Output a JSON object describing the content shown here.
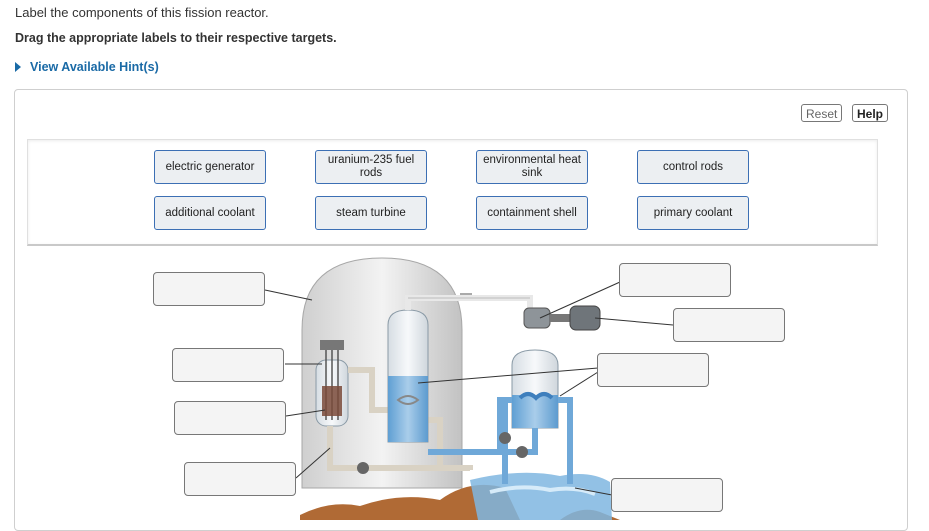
{
  "question": {
    "instruction": "Label the components of this fission reactor.",
    "directions": "Drag the appropriate labels to their respective targets.",
    "hint_link": "View Available Hint(s)"
  },
  "toolbar": {
    "reset_label": "Reset",
    "help_label": "Help"
  },
  "labels": [
    {
      "text": "electric generator"
    },
    {
      "text": "uranium-235 fuel rods"
    },
    {
      "text": "environmental heat sink"
    },
    {
      "text": "control rods"
    },
    {
      "text": "additional coolant"
    },
    {
      "text": "steam turbine"
    },
    {
      "text": "containment shell"
    },
    {
      "text": "primary coolant"
    }
  ],
  "colors": {
    "label_border": "#3c6fb4",
    "water_blue": "#6fa8d8",
    "ground_brown": "#b06a35",
    "hint_blue": "#1a6aa6"
  }
}
